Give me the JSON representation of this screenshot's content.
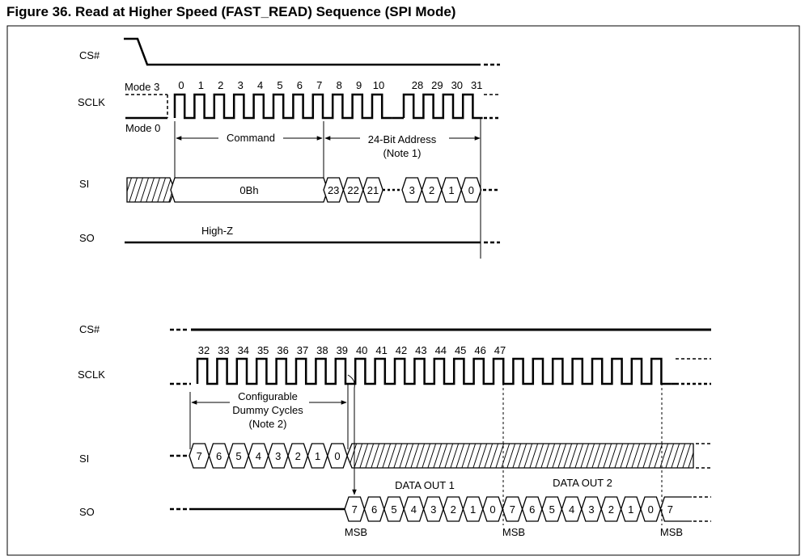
{
  "figure_title": "Figure 36. Read at Higher Speed (FAST_READ) Sequence (SPI Mode)",
  "top": {
    "signals": [
      "CS#",
      "SCLK",
      "SI",
      "SO"
    ],
    "mode_labels": [
      "Mode 3",
      "Mode 0"
    ],
    "clock_numbers_a": [
      "0",
      "1",
      "2",
      "3",
      "4",
      "5",
      "6",
      "7",
      "8",
      "9",
      "10"
    ],
    "clock_numbers_b": [
      "28",
      "29",
      "30",
      "31"
    ],
    "command_label": "Command",
    "address_label_line1": "24-Bit Address",
    "address_label_line2": "(Note 1)",
    "command_value": "0Bh",
    "address_bits_high": [
      "23",
      "22",
      "21"
    ],
    "address_bits_low": [
      "3",
      "2",
      "1",
      "0"
    ],
    "so_state": "High-Z"
  },
  "bottom": {
    "signals": [
      "CS#",
      "SCLK",
      "SI",
      "SO"
    ],
    "clock_numbers": [
      "32",
      "33",
      "34",
      "35",
      "36",
      "37",
      "38",
      "39",
      "40",
      "41",
      "42",
      "43",
      "44",
      "45",
      "46",
      "47"
    ],
    "dummy_line1": "Configurable",
    "dummy_line2": "Dummy Cycles",
    "dummy_line3": "(Note 2)",
    "si_bits": [
      "7",
      "6",
      "5",
      "4",
      "3",
      "2",
      "1",
      "0"
    ],
    "data_out_1": "DATA OUT 1",
    "data_out_2": "DATA OUT 2",
    "so_bits_1": [
      "7",
      "6",
      "5",
      "4",
      "3",
      "2",
      "1",
      "0"
    ],
    "so_bits_2": [
      "7",
      "6",
      "5",
      "4",
      "3",
      "2",
      "1",
      "0"
    ],
    "so_bit_last": "7",
    "msb_label": "MSB"
  }
}
